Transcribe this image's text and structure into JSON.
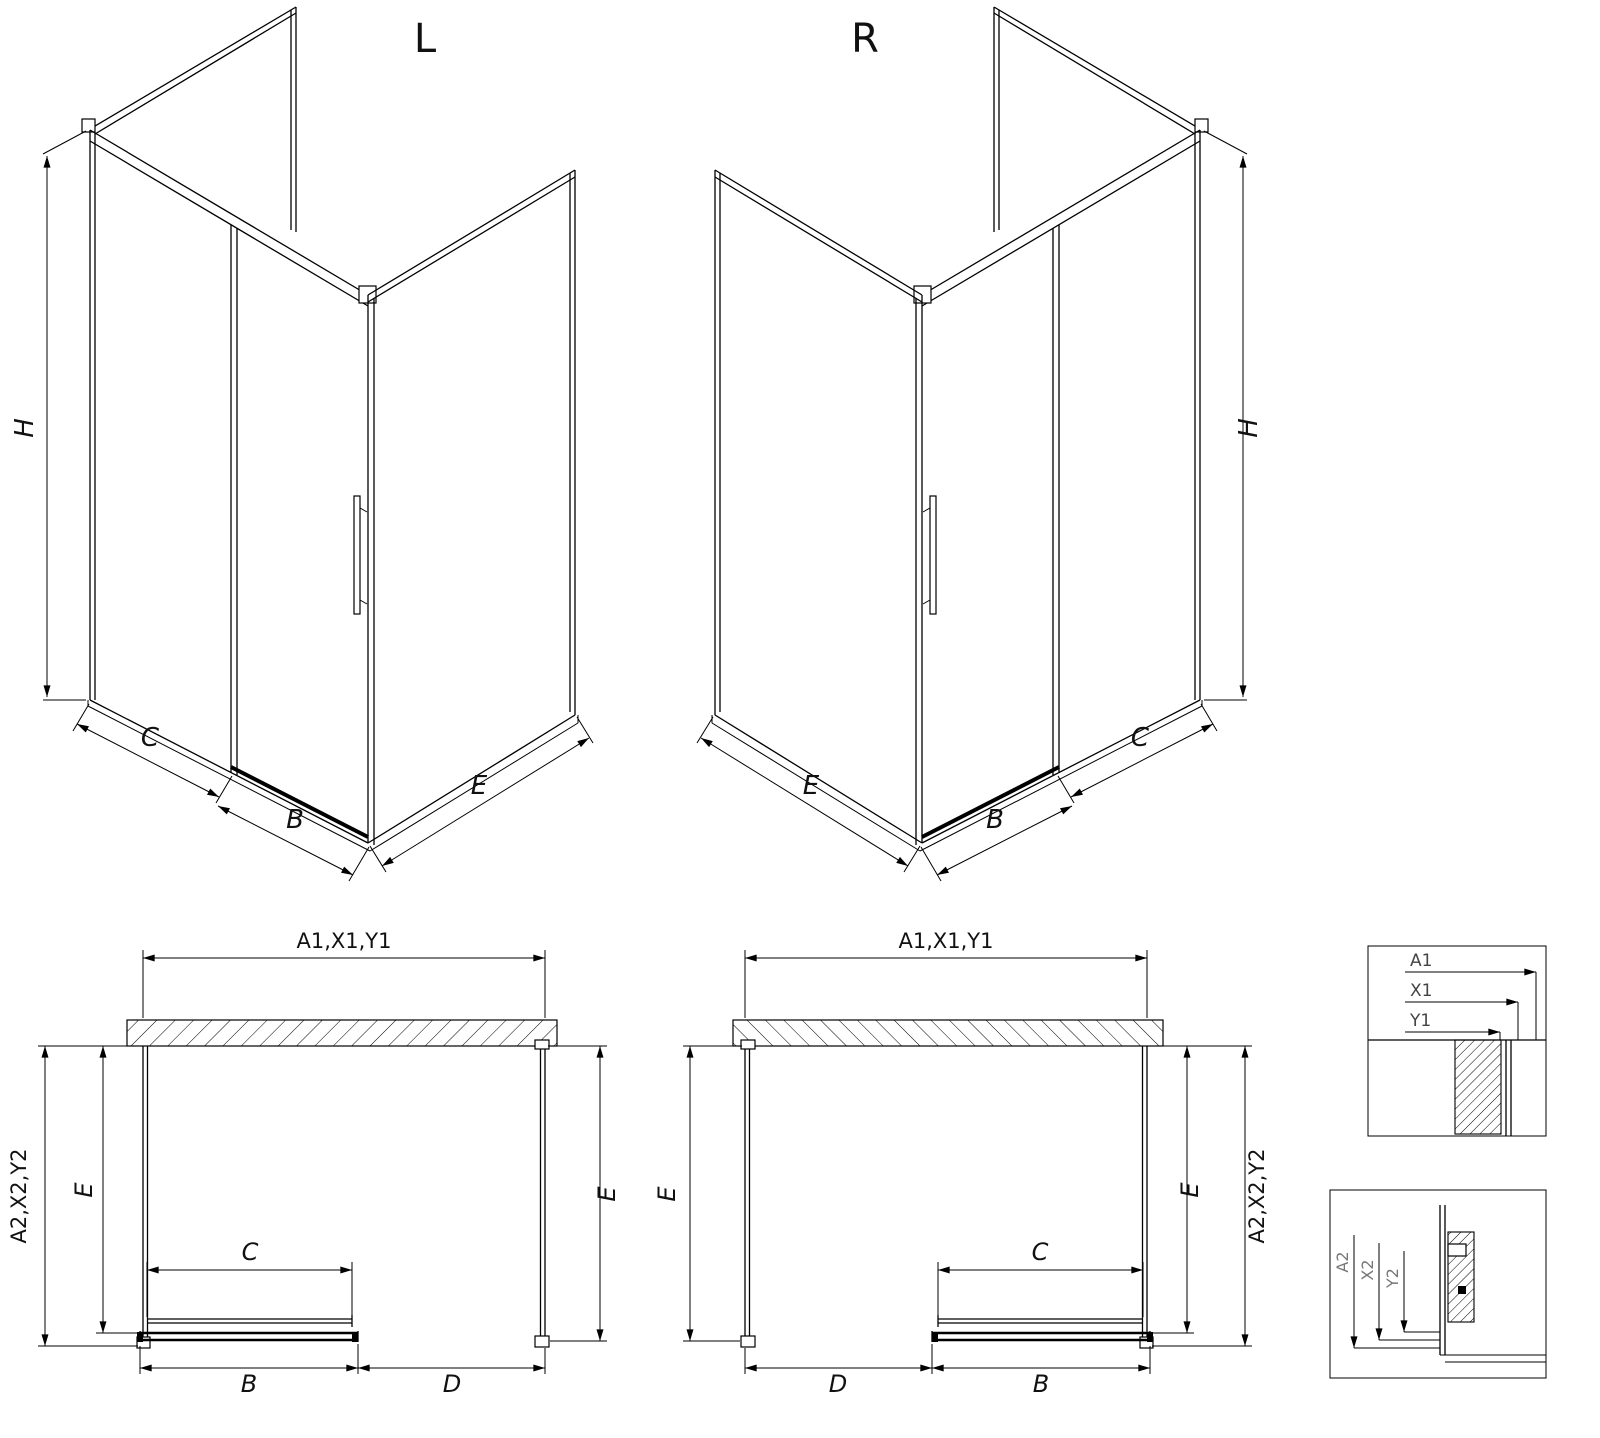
{
  "iso_left": {
    "variant": "L",
    "height": "H",
    "fixed_width": "C",
    "door_width": "B",
    "side_width": "E"
  },
  "iso_right": {
    "variant": "R",
    "height": "H",
    "fixed_width": "C",
    "door_width": "B",
    "side_width": "E"
  },
  "plan_left": {
    "width_top": "A1,X1,Y1",
    "depth_side": "A2,X2,Y2",
    "depth_left": "E",
    "depth_right": "E",
    "fixed_width": "C",
    "door_width": "B",
    "entry_width": "D"
  },
  "plan_right": {
    "width_top": "A1,X1,Y1",
    "depth_side": "A2,X2,Y2",
    "depth_left": "E",
    "depth_right": "E",
    "fixed_width": "C",
    "door_width": "B",
    "entry_width": "D"
  },
  "detail_top": {
    "labels": [
      "A1",
      "X1",
      "Y1"
    ]
  },
  "detail_bottom": {
    "labels": [
      "A2",
      "X2",
      "Y2"
    ]
  },
  "colors": {
    "line": "#000000",
    "background": "#ffffff",
    "detail_label": "#777777"
  }
}
